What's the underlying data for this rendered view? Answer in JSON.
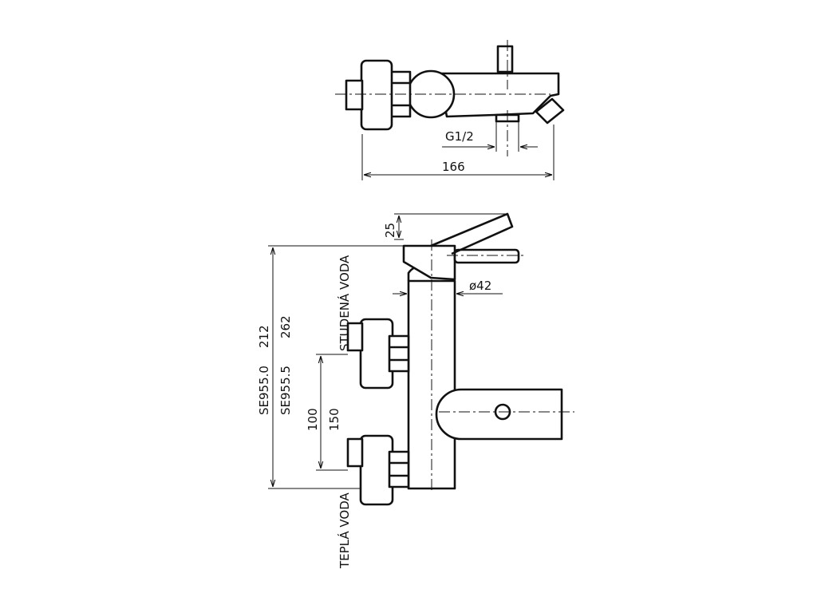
{
  "top_view": {
    "dim_thread": "G1/2",
    "dim_width": "166"
  },
  "side_view": {
    "dim_lever": "25",
    "dim_diameter": "ø42",
    "label_cold": "STUDENÁ VODA",
    "label_hot": "TEPLÁ VODA",
    "dim_spacing_a": "100",
    "dim_spacing_b": "150",
    "model_a": "SE955.0",
    "dim_height_a": "212",
    "model_b": "SE955.5",
    "dim_height_b": "262"
  }
}
